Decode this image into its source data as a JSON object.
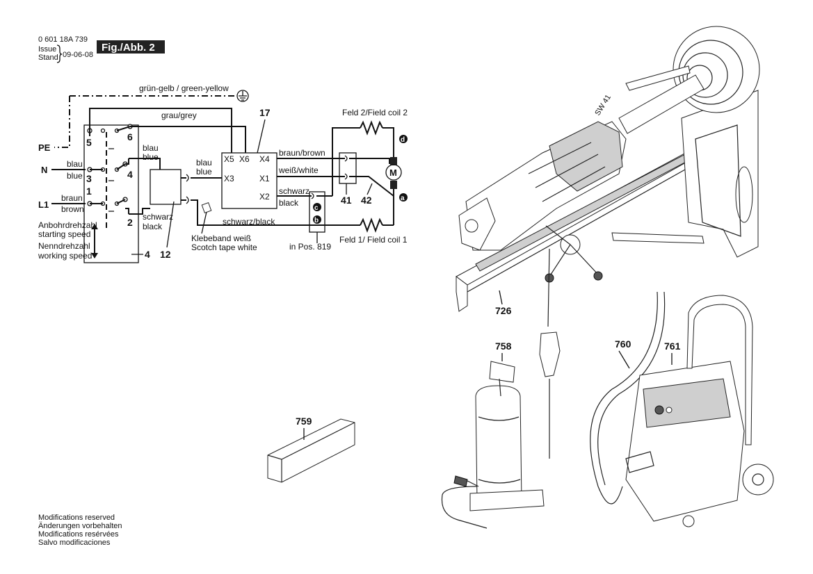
{
  "header": {
    "part_number": "0 601 18A 739",
    "issue_label": "Issue",
    "stand_label": "Stand",
    "date": "09-06-08",
    "figure_label": "Fig./Abb. 2"
  },
  "wiring": {
    "ground_label": "grün-gelb / green-yellow",
    "grey_wire": "grau/grey",
    "terminal_pe": "PE",
    "terminal_n": "N",
    "terminal_l1": "L1",
    "n_wire_de": "blau",
    "n_wire_en": "blue",
    "l1_wire_de": "braun",
    "l1_wire_en": "brown",
    "switch_pins": [
      "5",
      "6",
      "3",
      "4",
      "1",
      "2"
    ],
    "speed_start_de": "Anbohrdrehzahl",
    "speed_start_en": "starting speed",
    "speed_work_de": "Nenndrehzahl",
    "speed_work_en": "working speed",
    "switch_ref": "4",
    "module_ref": "12",
    "blue_wire_de": "blau",
    "blue_wire_en": "blue",
    "blue_wire2_de": "blau",
    "blue_wire2_en": "blue",
    "black_wire_de": "schwarz",
    "black_wire_en": "black",
    "controller_ref": "17",
    "terminals": [
      "X5",
      "X6",
      "X4",
      "X3",
      "X1",
      "X2"
    ],
    "brown_wire": "braun/brown",
    "white_wire": "weiß/white",
    "black_wire2_de": "schwarz",
    "black_wire2_en": "black",
    "black_wire3": "schwarz/black",
    "field2": "Feld 2/Field coil 2",
    "field1": "Feld 1/ Field coil 1",
    "motor": "M",
    "node_a": "a",
    "node_b": "b",
    "node_c": "c",
    "node_d": "d",
    "ref_41": "41",
    "ref_42": "42",
    "tape_de": "Klebeband weiß",
    "tape_en": "Scotch tape white",
    "in_pos": "in Pos. 819"
  },
  "parts": {
    "p759": "759",
    "p758": "758",
    "p726": "726",
    "p760": "760",
    "p761": "761",
    "sw": "SW 41"
  },
  "footer": {
    "line1": "Modifications reserved",
    "line2": "Änderungen vorbehalten",
    "line3": "Modifications resérvées",
    "line4": "Salvo modificaciones"
  }
}
